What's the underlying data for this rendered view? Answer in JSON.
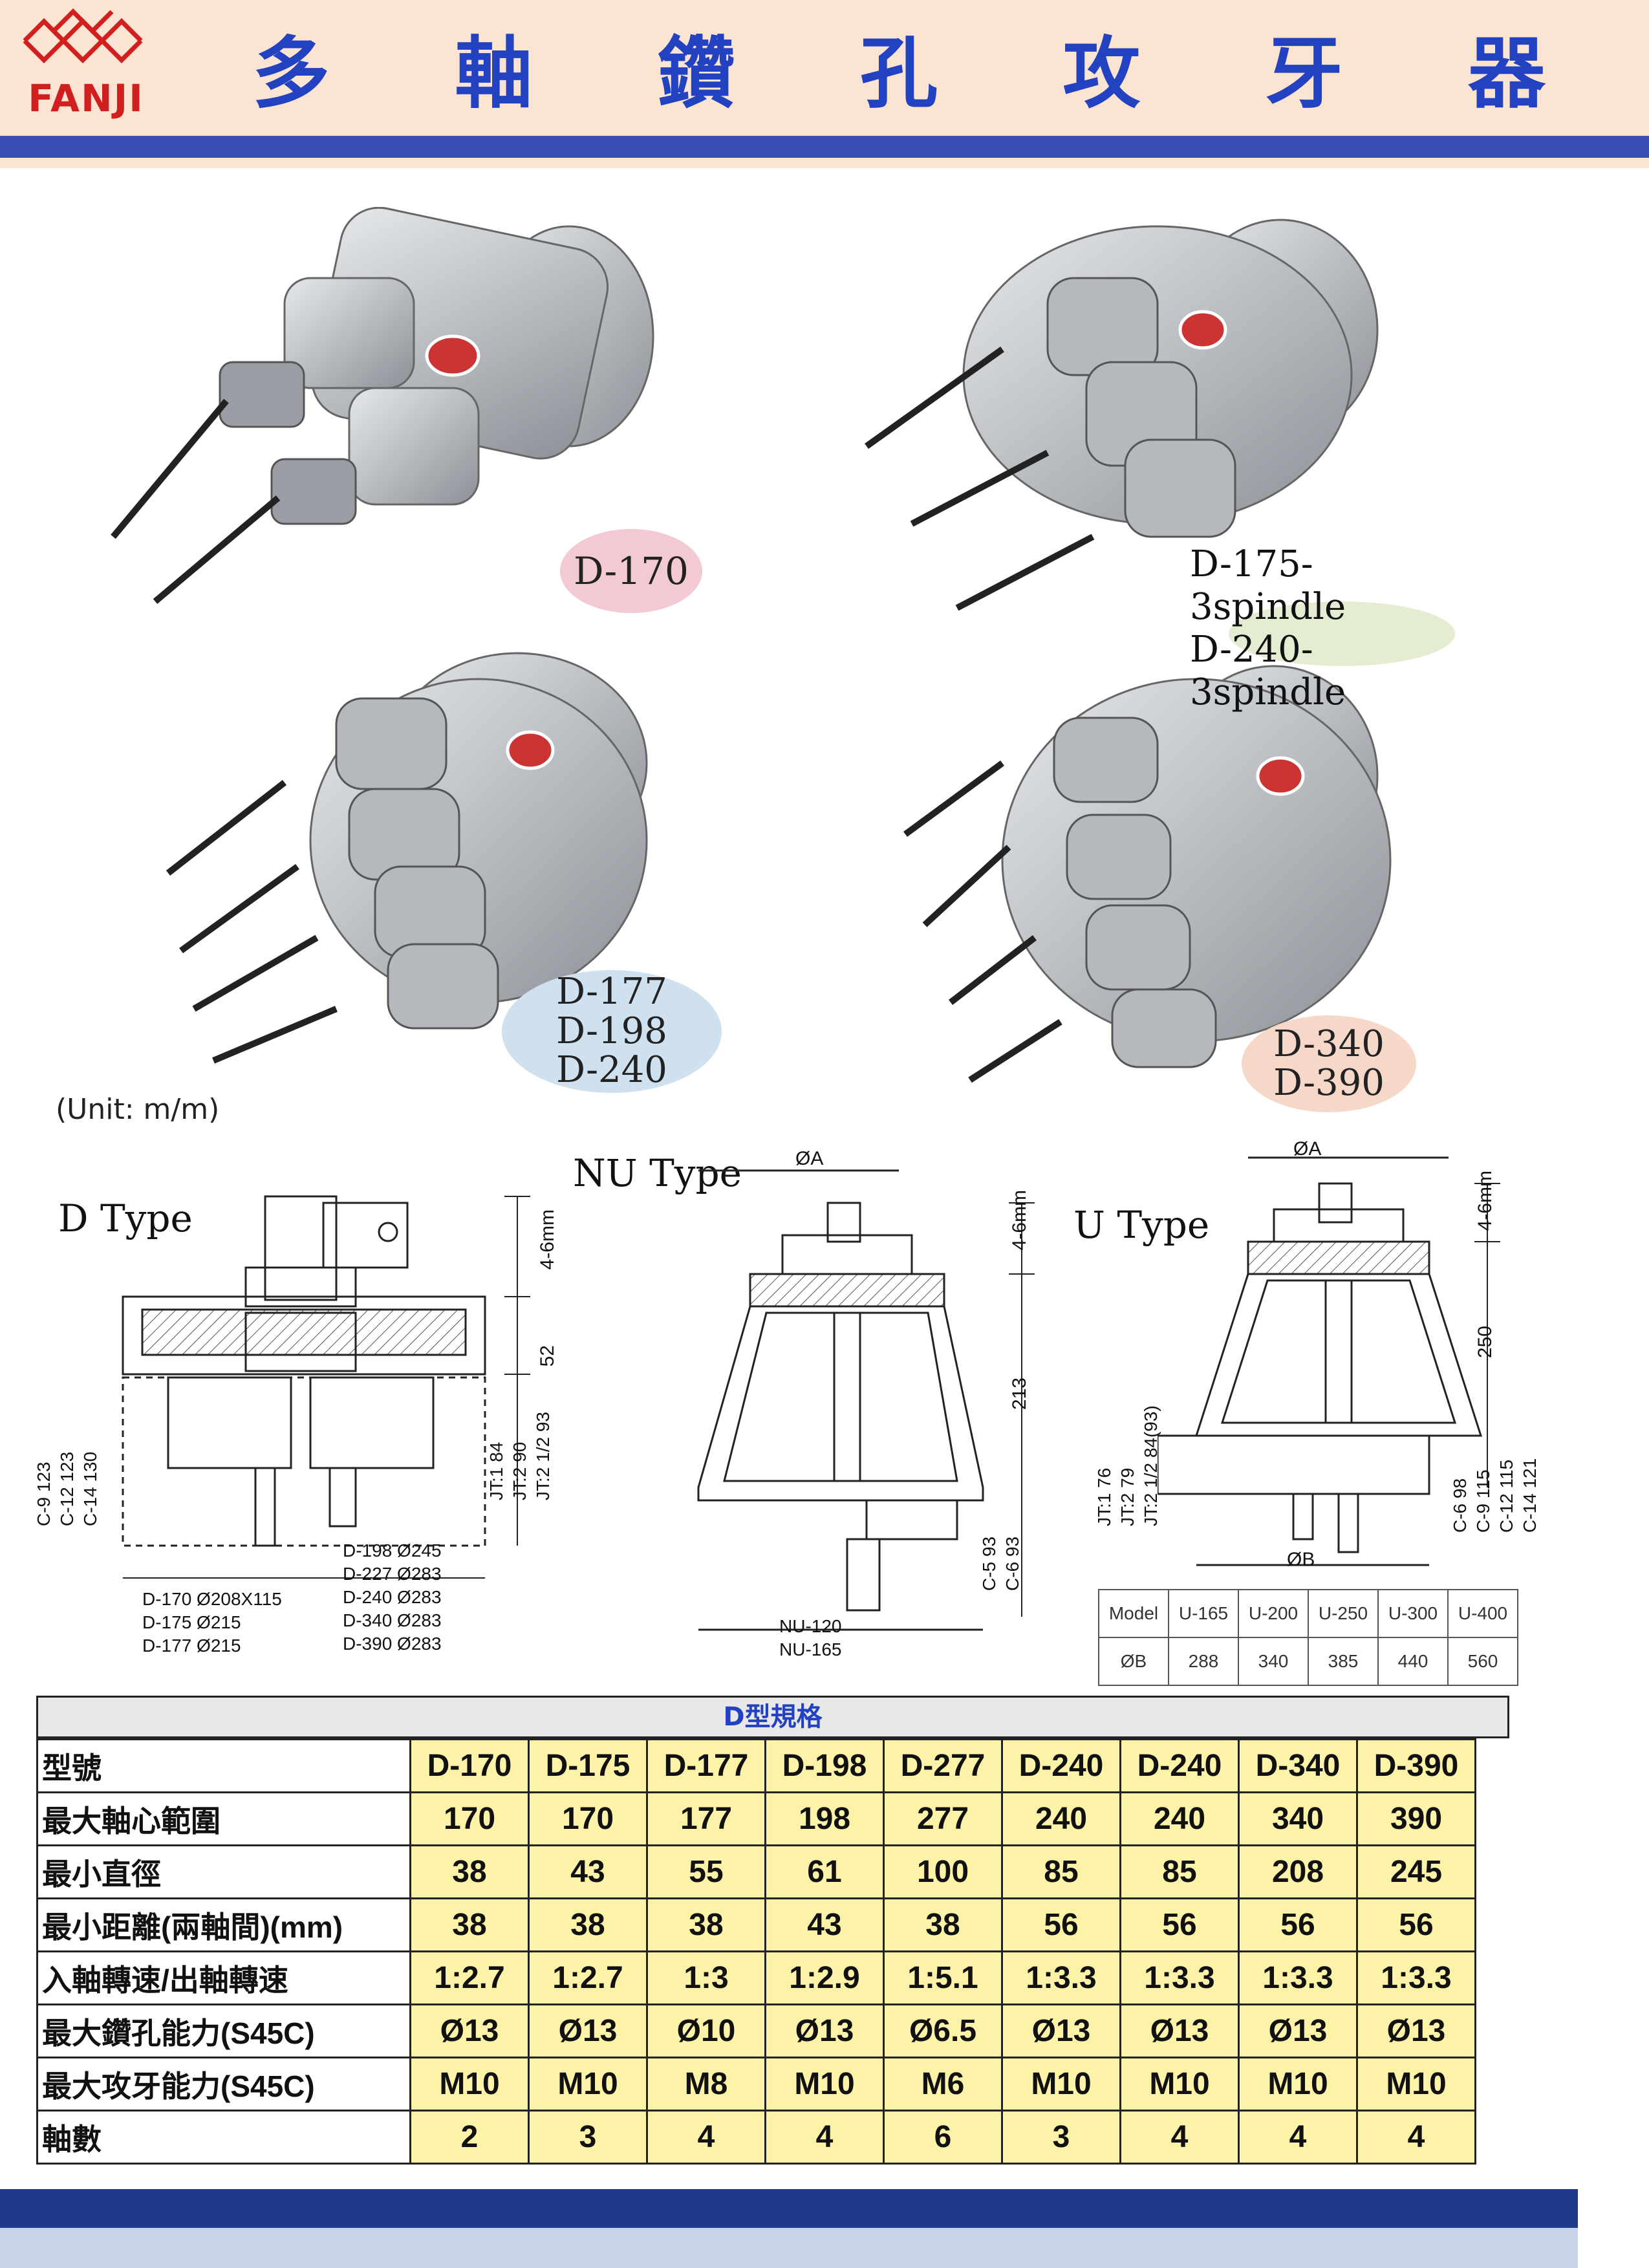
{
  "header": {
    "brand": "FANJI",
    "title_chars": [
      "多",
      "軸",
      "鑽",
      "孔",
      "攻",
      "牙",
      "器"
    ],
    "colors": {
      "brand_red": "#d11e1e",
      "title_blue": "#2342c2",
      "bar_blue": "#3a4db3",
      "header_bg": "#fbe5d2"
    }
  },
  "products": [
    {
      "lines": [
        "D-170"
      ],
      "badge_color": "#f3c9d3"
    },
    {
      "lines": [
        "D-175-3spindle",
        "D-240-3spindle"
      ],
      "badge_color": "#e4ecd1"
    },
    {
      "lines": [
        "D-177",
        "D-198",
        "D-240"
      ],
      "badge_color": "#cfe1ef"
    },
    {
      "lines": [
        "D-340",
        "D-390"
      ],
      "badge_color": "#f6d8c8"
    }
  ],
  "unit_note": "(Unit: m/m)",
  "drawings": {
    "d_type": {
      "label": "D Type",
      "dim_top": "4-6mm",
      "dim_mid": "52",
      "jt_lines": [
        "JT:1  84",
        "JT:2  90",
        "JT:2 1/2 93"
      ],
      "c_lines": [
        "C-9  123",
        "C-12 123",
        "C-14 130"
      ],
      "models_left": [
        "D-170 Ø208X115",
        "D-175 Ø215",
        "D-177 Ø215"
      ],
      "models_right": [
        "D-198 Ø245",
        "D-227 Ø283",
        "D-240 Ø283",
        "D-340 Ø283",
        "D-390 Ø283"
      ]
    },
    "nu_type": {
      "label": "NU Type",
      "dia": "ØA",
      "dim_top": "4-6mm",
      "dim_mid": "213",
      "c_lines": [
        "C-5 93",
        "C-6 93"
      ],
      "bottom_lines": [
        "NU-120",
        "NU-165"
      ]
    },
    "u_type": {
      "label": "U Type",
      "dia_top": "ØA",
      "dia_bottom": "ØB",
      "dim_top": "4-6mm",
      "dim_mid": "250",
      "jt_lines": [
        "JT:1 76",
        "JT:2 79",
        "JT:2 1/2 84(93)"
      ],
      "c_lines": [
        "C-6  98",
        "C-9  115",
        "C-12 115",
        "C-14 121"
      ]
    }
  },
  "u_table": {
    "header": [
      "Model",
      "U-165",
      "U-200",
      "U-250",
      "U-300",
      "U-400"
    ],
    "row": [
      "ØB",
      "288",
      "340",
      "385",
      "440",
      "560"
    ]
  },
  "spec": {
    "title": "D型規格",
    "rows": [
      {
        "label": "型號",
        "values": [
          "D-170",
          "D-175",
          "D-177",
          "D-198",
          "D-277",
          "D-240",
          "D-240",
          "D-340",
          "D-390"
        ]
      },
      {
        "label": "最大軸心範圍",
        "values": [
          "170",
          "170",
          "177",
          "198",
          "277",
          "240",
          "240",
          "340",
          "390"
        ]
      },
      {
        "label": "最小直徑",
        "values": [
          "38",
          "43",
          "55",
          "61",
          "100",
          "85",
          "85",
          "208",
          "245"
        ]
      },
      {
        "label": "最小距離(兩軸間)(mm)",
        "values": [
          "38",
          "38",
          "38",
          "43",
          "38",
          "56",
          "56",
          "56",
          "56"
        ]
      },
      {
        "label": "入軸轉速/出軸轉速",
        "values": [
          "1:2.7",
          "1:2.7",
          "1:3",
          "1:2.9",
          "1:5.1",
          "1:3.3",
          "1:3.3",
          "1:3.3",
          "1:3.3"
        ]
      },
      {
        "label": "最大鑽孔能力(S45C)",
        "values": [
          "Ø13",
          "Ø13",
          "Ø10",
          "Ø13",
          "Ø6.5",
          "Ø13",
          "Ø13",
          "Ø13",
          "Ø13"
        ]
      },
      {
        "label": "最大攻牙能力(S45C)",
        "values": [
          "M10",
          "M10",
          "M8",
          "M10",
          "M6",
          "M10",
          "M10",
          "M10",
          "M10"
        ]
      },
      {
        "label": "軸數",
        "values": [
          "2",
          "3",
          "4",
          "4",
          "6",
          "3",
          "4",
          "4",
          "4"
        ]
      }
    ]
  }
}
